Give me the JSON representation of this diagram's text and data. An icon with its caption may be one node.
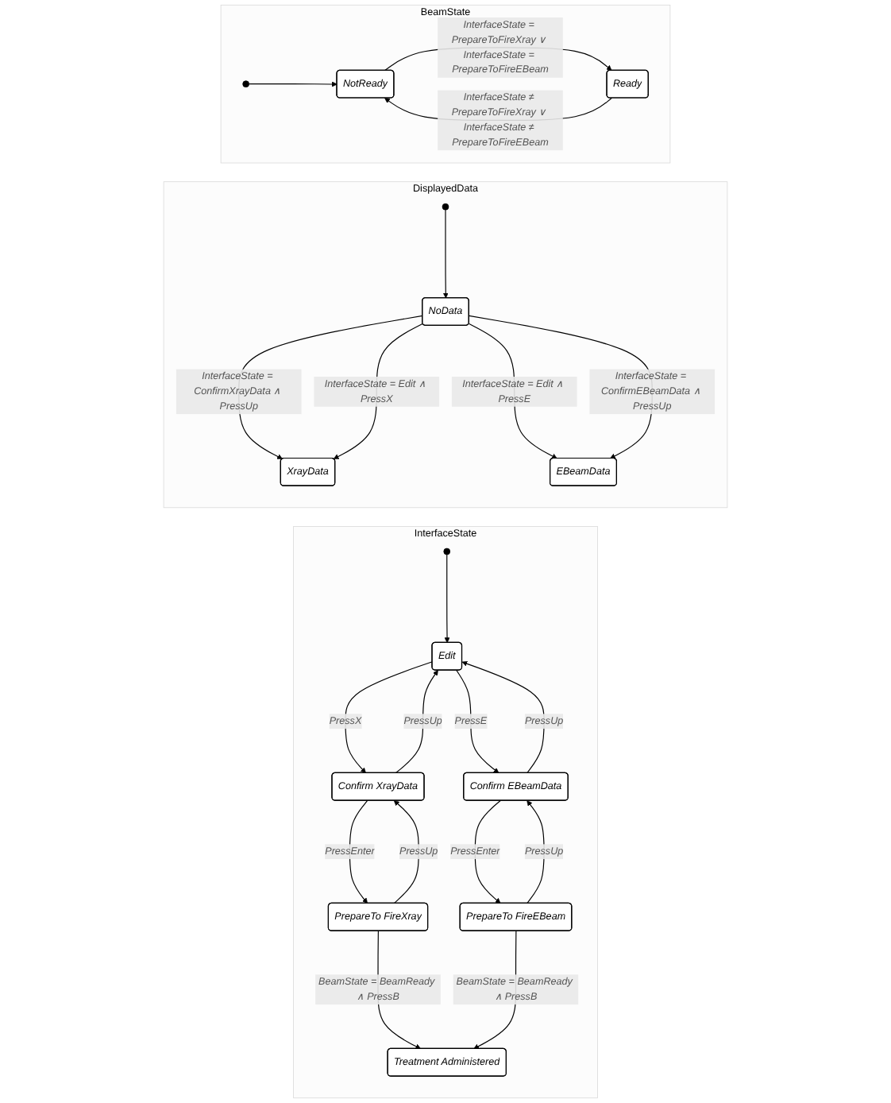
{
  "diagram": {
    "nodes": [
      {
        "text": [
          "InterfaceState"
        ]
      },
      {
        "text": [],
        "shape": "circle",
        "in": 0
      },
      {
        "text": [
          "Edit"
        ],
        "in": 0
      },
      {
        "text": [
          "Confirm XrayData"
        ],
        "in": 0
      },
      {
        "text": [
          "Confirm EBeamData"
        ],
        "in": 0
      },
      {
        "text": [
          "PrepareTo FireXray"
        ],
        "in": 0
      },
      {
        "text": [
          "PrepareTo FireEBeam"
        ],
        "in": 0
      },
      {
        "text": [
          "Treatment Administered"
        ],
        "in": 0
      },
      {
        "text": [
          "DisplayedData"
        ]
      },
      {
        "text": [],
        "shape": "circle",
        "in": 8
      },
      {
        "text": [
          "NoData"
        ],
        "in": 8
      },
      {
        "text": [
          "XrayData"
        ],
        "in": 8
      },
      {
        "text": [
          "EBeamData"
        ],
        "in": 8
      },
      {
        "text": [
          "BeamState"
        ]
      },
      {
        "text": [],
        "shape": "circle",
        "in": 13
      },
      {
        "text": [
          "NotReady"
        ],
        "in": 13
      },
      {
        "text": [
          "Ready"
        ],
        "in": 13
      }
    ],
    "edges": [
      {
        "from": 1,
        "to": 2,
        "arrow": "to"
      },
      {
        "from": 3,
        "to": 2,
        "arrow": "to",
        "label": "PressUp"
      },
      {
        "from": 2,
        "to": 3,
        "arrow": "to",
        "label": "PressX"
      },
      {
        "from": 2,
        "to": 4,
        "arrow": "to",
        "label": "PressE"
      },
      {
        "from": 4,
        "to": 2,
        "arrow": "to",
        "label": "PressUp"
      },
      {
        "from": 3,
        "to": 5,
        "arrow": "to",
        "label": "PressEnter"
      },
      {
        "from": 5,
        "to": 3,
        "arrow": "to",
        "label": "PressUp"
      },
      {
        "from": 4,
        "to": 6,
        "arrow": "to",
        "label": "PressEnter"
      },
      {
        "from": 6,
        "to": 4,
        "arrow": "to",
        "label": "PressUp"
      },
      {
        "from": 5,
        "to": 7,
        "arrow": "to",
        "label": "BeamState = BeamReady ∧ PressB"
      },
      {
        "from": 6,
        "to": 7,
        "arrow": "to",
        "label": "BeamState = BeamReady ∧ PressB"
      },
      {
        "from": 9,
        "to": 10,
        "arrow": "to"
      },
      {
        "from": 10,
        "to": 11,
        "arrow": "to",
        "label": "InterfaceState = ConfirmXrayData ∧ PressUp"
      },
      {
        "from": 10,
        "to": 11,
        "arrow": "to",
        "label": "InterfaceState = Edit ∧ PressX"
      },
      {
        "from": 10,
        "to": 12,
        "arrow": "to",
        "label": "InterfaceState = Edit ∧ PressE"
      },
      {
        "from": 10,
        "to": 12,
        "arrow": "to",
        "label": "InterfaceState = ConfirmEBeamData ∧ PressUp"
      },
      {
        "from": 14,
        "to": 15,
        "arrow": "to"
      },
      {
        "from": 16,
        "to": 15,
        "arrow": "to",
        "label": "InterfaceState ≠ PrepareToFireXray ∨ InterfaceState ≠ PrepareToFireEBeam"
      },
      {
        "from": 15,
        "to": 16,
        "arrow": "to",
        "label": "InterfaceState = PrepareToFireXray ∨ InterfaceState = PrepareToFireEBeam"
      }
    ]
  }
}
